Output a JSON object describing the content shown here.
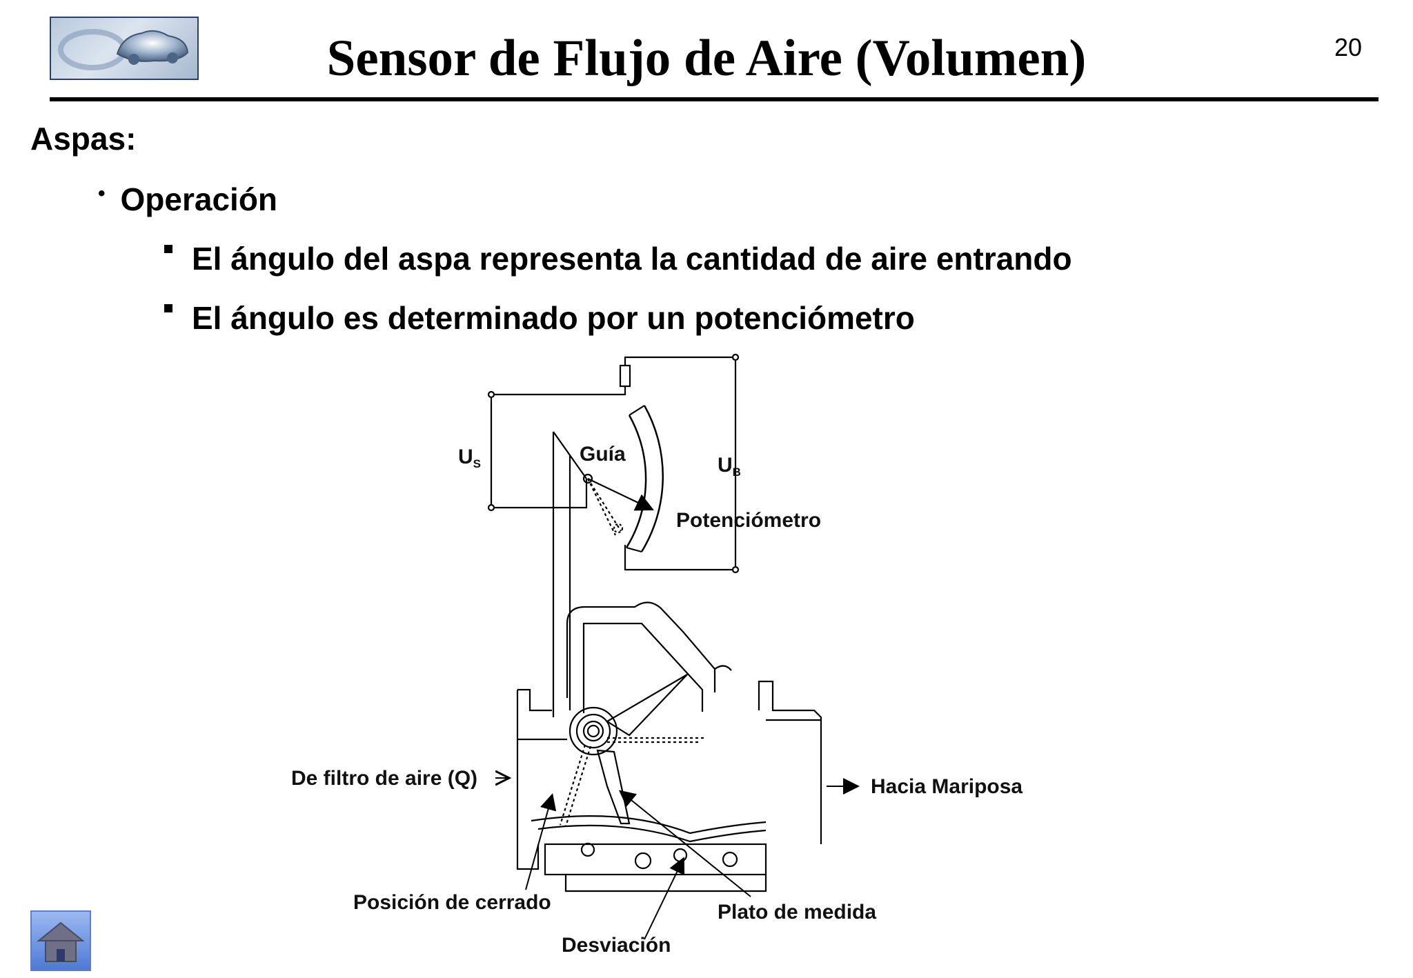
{
  "slide": {
    "title": "Sensor de Flujo de Aire (Volumen)",
    "page_number": "20",
    "heading": "Aspas:",
    "bullet": "Operación",
    "sub_bullets": [
      "El ángulo del aspa representa la cantidad de aire entrando",
      "El ángulo es determinado por un potenciómetro"
    ]
  },
  "diagram": {
    "labels": {
      "us_main": "U",
      "us_sub": "S",
      "ub_main": "U",
      "ub_sub": "B",
      "guia": "Guía",
      "potenciometro": "Potenciómetro",
      "de_filtro": "De filtro de aire (Q)",
      "hacia_mariposa": "Hacia Mariposa",
      "posicion_cerrado": "Posición de cerrado",
      "plato_medida": "Plato de medida",
      "desviacion": "Desviación"
    }
  },
  "icons": {
    "logo": "car-logo",
    "home": "home-icon"
  }
}
